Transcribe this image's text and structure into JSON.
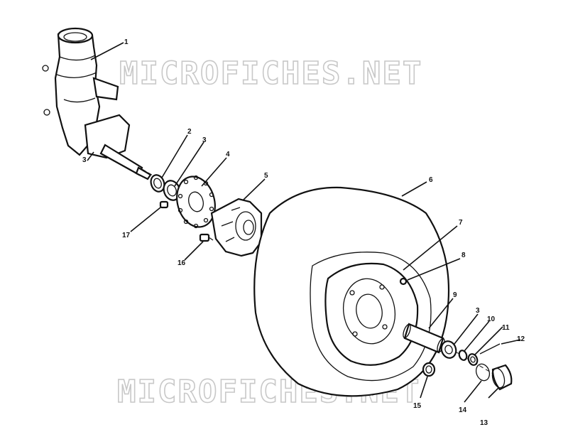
{
  "watermark": {
    "top": "MICROFICHES.NET",
    "bottom": "MICROFICHES.NET"
  },
  "callouts": {
    "c1": "1",
    "c2": "2",
    "c3a": "3",
    "c3b": "3",
    "c3c": "3",
    "c4": "4",
    "c5": "5",
    "c6": "6",
    "c7": "7",
    "c8": "8",
    "c9": "9",
    "c10": "10",
    "c11": "11",
    "c12": "12",
    "c13": "13",
    "c14": "14",
    "c15": "15",
    "c16": "16",
    "c17": "17"
  }
}
